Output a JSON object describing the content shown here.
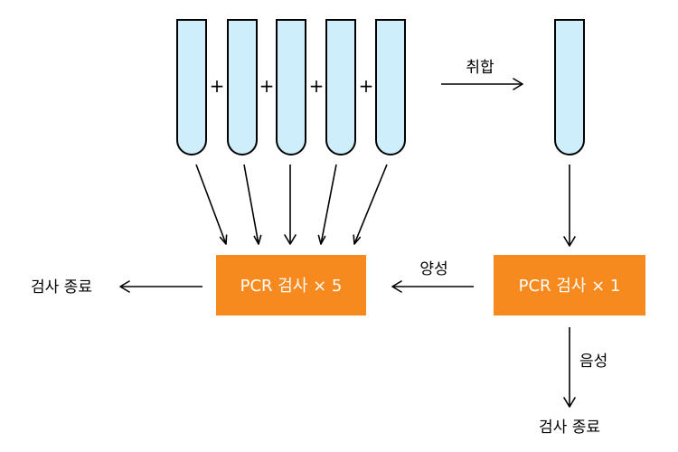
{
  "plus_sign": "+",
  "labels": {
    "pool": "취합",
    "positive": "양성",
    "negative": "음성",
    "end_left": "검사 종료",
    "end_bottom": "검사 종료"
  },
  "boxes": {
    "individual_test": "PCR 검사 × 5",
    "pooled_test": "PCR 검사 × 1"
  },
  "colors": {
    "tube_fill": "#cdeefa",
    "box_fill": "#f78a1e",
    "box_text": "#ffffff"
  }
}
